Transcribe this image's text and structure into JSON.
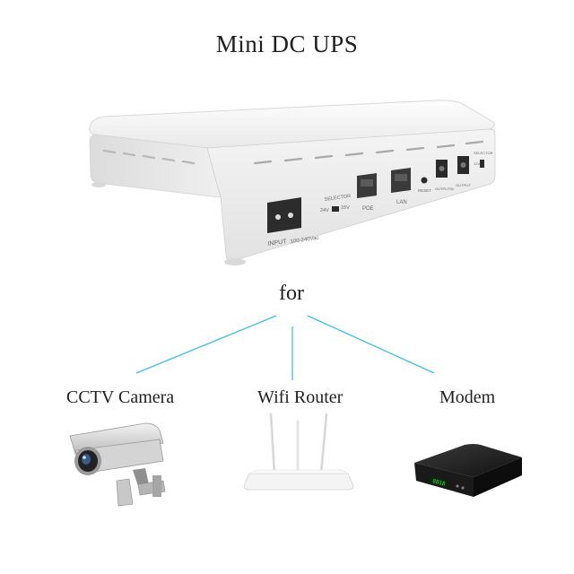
{
  "title": "Mini DC UPS",
  "connector_word": "for",
  "accent_line_color": "#3fbde6",
  "devices": [
    {
      "label": "CCTV Camera",
      "icon": "cctv-camera-icon"
    },
    {
      "label": "Wifi Router",
      "icon": "wifi-router-icon"
    },
    {
      "label": "Modem",
      "icon": "modem-icon"
    }
  ],
  "ups_panel": {
    "input_label": "INPUT",
    "input_rating": "100-240Vac",
    "selector_label": "SELECTOR",
    "selector_left": "24V",
    "selector_right": "15V",
    "poe_label": "POE",
    "lan_label": "LAN",
    "reset_label": "RESET",
    "output1_label": "OUTPUT5V",
    "output2_label": "OUTPUT",
    "selector2_label": "SELECTOR",
    "selector2_value": "12V"
  },
  "modem_display": "8818"
}
